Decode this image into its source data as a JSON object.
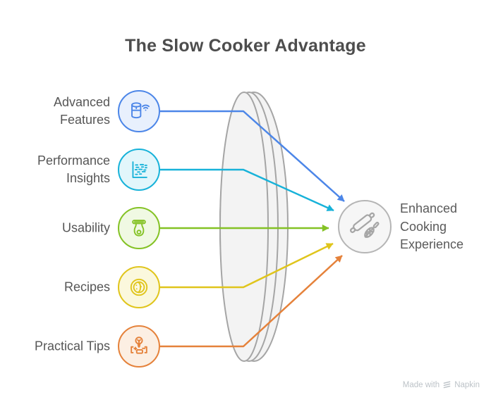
{
  "title": "The Slow Cooker Advantage",
  "items": [
    {
      "label": "Advanced Features",
      "icon": "smart-cooker-wifi-icon",
      "color": "#4c86e8",
      "fill": "#e8f0fd"
    },
    {
      "label": "Performance Insights",
      "icon": "performance-chart-icon",
      "color": "#17b2d9",
      "fill": "#e2f6fb"
    },
    {
      "label": "Usability",
      "icon": "peeler-icon",
      "color": "#84c225",
      "fill": "#f0f9e3"
    },
    {
      "label": "Recipes",
      "icon": "plate-food-icon",
      "color": "#e0c51c",
      "fill": "#fbf8dd"
    },
    {
      "label": "Practical Tips",
      "icon": "lightbulb-tips-icon",
      "color": "#e5823b",
      "fill": "#fcefe3"
    }
  ],
  "output": {
    "label": "Enhanced Cooking Experience",
    "icon": "rolling-pin-whisk-icon",
    "color": "#a6a6a6",
    "border": "#b5b5b5",
    "fill": "#f6f6f6"
  },
  "lens": {
    "stroke": "#a5a5a5",
    "fill": "#f3f3f3"
  },
  "attribution": {
    "prefix": "Made with",
    "brand": "Napkin"
  }
}
